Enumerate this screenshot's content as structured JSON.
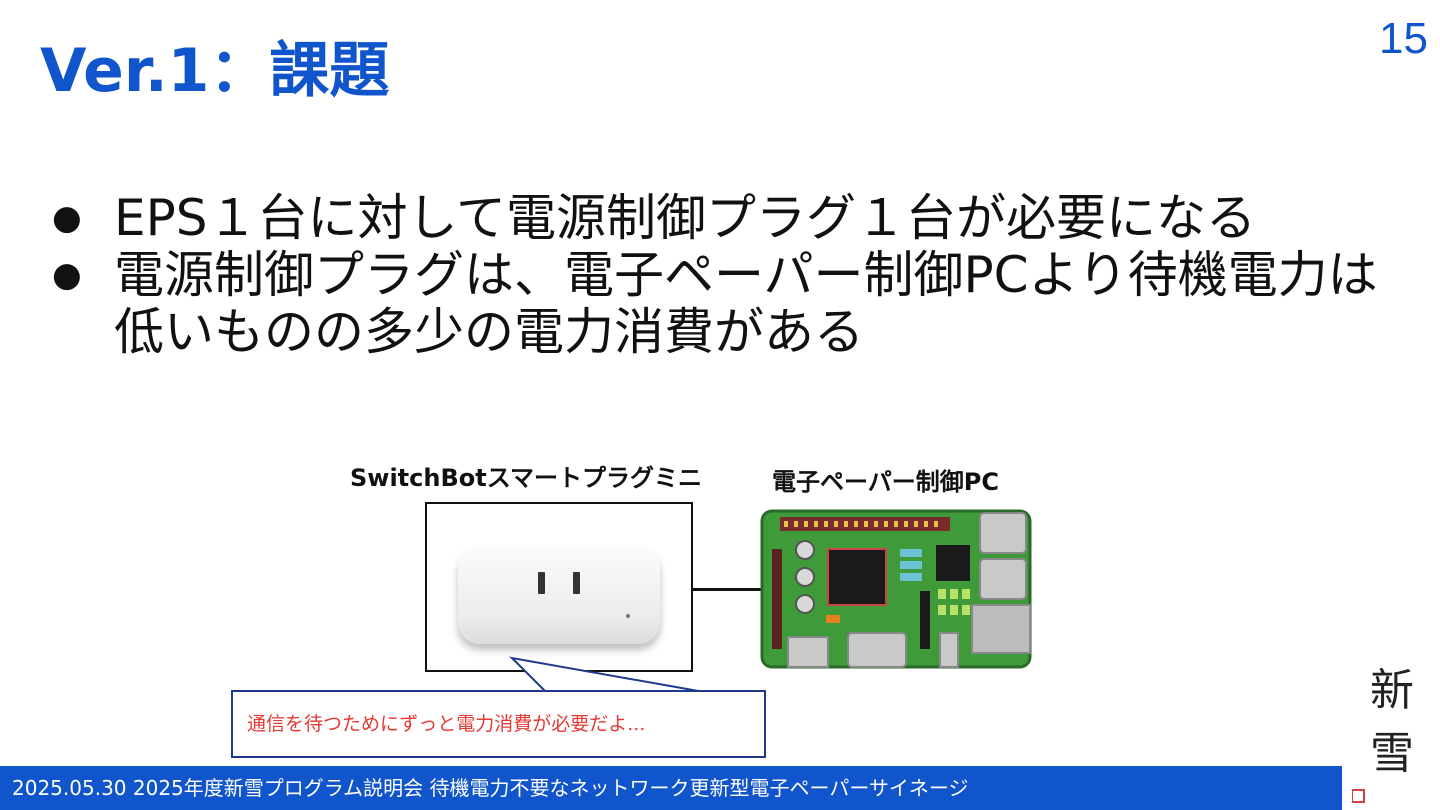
{
  "slide": {
    "title": "Ver.1：課題",
    "page_number": "15",
    "bullets": [
      "EPS１台に対して電源制御プラグ１台が必要になる",
      "電源制御プラグは、電子ペーパー制御PCより待機電力は低いものの多少の電力消費がある"
    ]
  },
  "figure": {
    "plug_label": "SwitchBotスマートプラグミニ",
    "pc_label": "電子ペーパー制御PC",
    "speech_bubble": "通信を待つためにずっと電力消費が必要だよ..."
  },
  "footer": {
    "text": "2025.05.30 2025年度新雪プログラム説明会 待機電力不要なネットワーク更新型電子ペーパーサイネージ"
  },
  "logo": {
    "text": "新雪"
  },
  "colors": {
    "accent": "#1155cc",
    "bubble_border": "#1f3a8a",
    "bubble_text": "#e53935",
    "pcb_green": "#3f9a3a"
  }
}
